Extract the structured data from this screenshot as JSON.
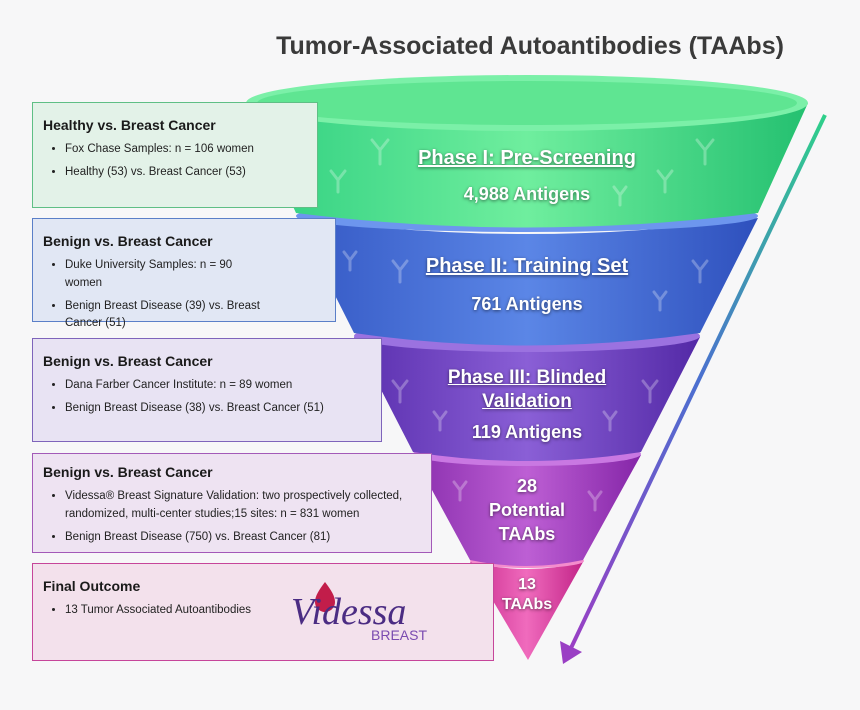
{
  "title": "Tumor-Associated Autoantibodies (TAAbs)",
  "stages": [
    {
      "heading": "Healthy vs. Breast Cancer",
      "bullets": [
        "Fox Chase Samples: n = 106 women",
        "Healthy (53) vs. Breast Cancer (53)"
      ],
      "phase": "Phase I: Pre-Screening",
      "count": "4,988 Antigens",
      "color": "#3fdc8c"
    },
    {
      "heading": "Benign vs. Breast Cancer",
      "bullets": [
        "Duke University Samples: n = 90 women",
        "Benign Breast Disease (39) vs. Breast Cancer (51)"
      ],
      "phase": "Phase II: Training Set",
      "count": "761 Antigens",
      "color": "#4169d4"
    },
    {
      "heading": "Benign vs. Breast Cancer",
      "bullets": [
        "Dana Farber Cancer Institute: n = 89 women",
        "Benign Breast Disease (38) vs. Breast Cancer (51)"
      ],
      "phase_line1": "Phase III: Blinded",
      "phase_line2": "Validation",
      "count": "119 Antigens",
      "color": "#6a3fbe"
    },
    {
      "heading": "Benign vs. Breast Cancer",
      "bullets": [
        "Videssa® Breast Signature Validation: two prospectively collected, randomized, multi-center studies;15 sites: n = 831 women",
        "Benign Breast Disease (750) vs. Breast Cancer (81)"
      ],
      "line1": "28",
      "line2": "Potential",
      "line3": "TAAbs",
      "color": "#a63fc2"
    },
    {
      "heading": "Final Outcome",
      "bullets": [
        "13 Tumor Associated Autoantibodies"
      ],
      "line1": "13",
      "line2": "TAAbs",
      "color": "#e03ca0"
    }
  ],
  "logo": {
    "word": "Videssa",
    "sub": "BREAST",
    "color": "#4b2c83",
    "accent": "#c21d4a"
  },
  "arrow_color": "#8a3fbf"
}
